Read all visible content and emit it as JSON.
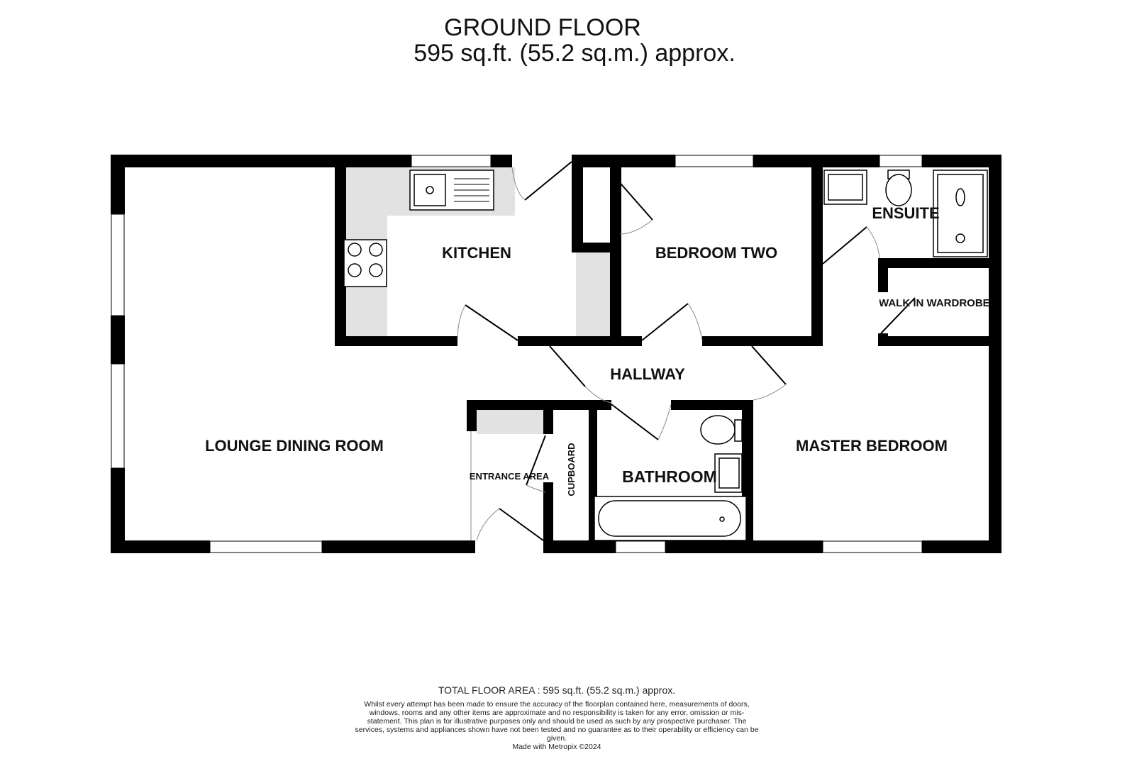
{
  "header": {
    "floor": "GROUND FLOOR",
    "area": "595 sq.ft. (55.2 sq.m.) approx."
  },
  "rooms": {
    "kitchen": "KITCHEN",
    "bedroom_two": "BEDROOM TWO",
    "ensuite": "ENSUITE",
    "walk_in_wardrobe": "WALK IN WARDROBE",
    "hallway": "HALLWAY",
    "lounge": "LOUNGE DINING ROOM",
    "cupboard": "CUPBOARD",
    "entrance": "ENTRANCE AREA",
    "bathroom": "BATHROOM",
    "master_bedroom": "MASTER BEDROOM"
  },
  "footer": {
    "total": "TOTAL FLOOR AREA : 595 sq.ft. (55.2 sq.m.) approx.",
    "disclaimer": "Whilst every attempt has been made to ensure the accuracy of the floorplan contained here, measurements of doors, windows, rooms and any other items are approximate and no responsibility is taken for any error, omission or mis-statement. This plan is for illustrative purposes only and should be used as such by any prospective purchaser. The services, systems and appliances shown have not been tested and no guarantee as to their operability or efficiency can be given.",
    "credit": "Made with Metropix ©2024"
  }
}
